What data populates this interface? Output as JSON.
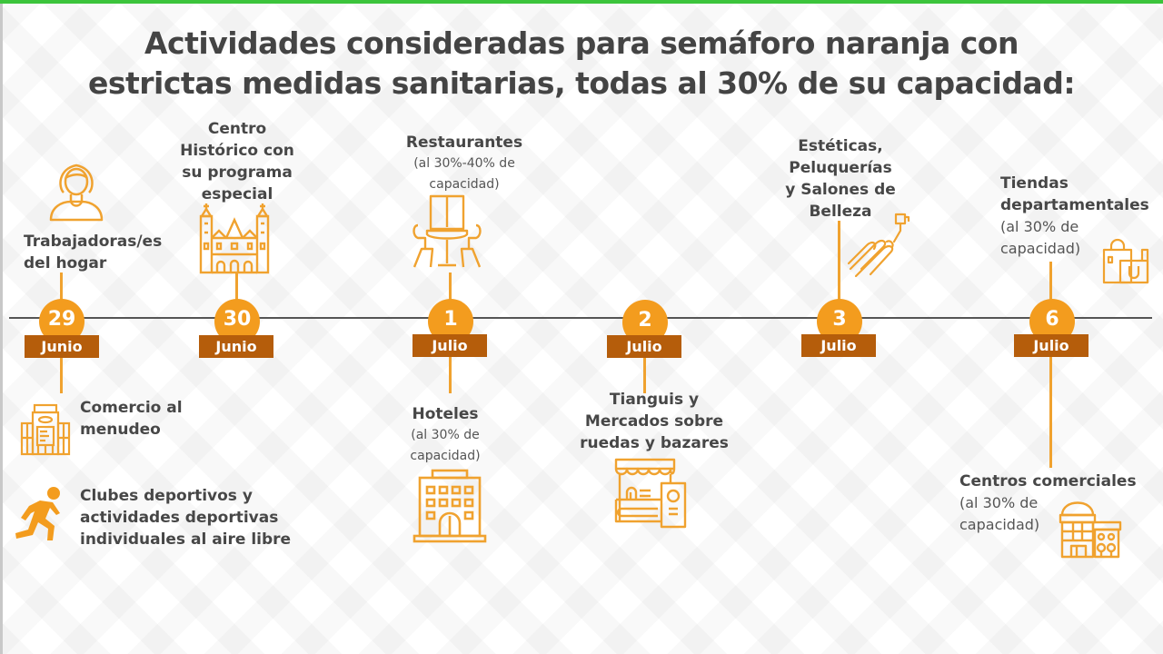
{
  "title": {
    "line1": "Actividades consideradas para semáforo naranja con",
    "line2": "estrictas medidas sanitarias, todas al 30% de su capacidad:"
  },
  "colors": {
    "circle": "#f39c1e",
    "month_badge": "#b55d0b",
    "connector": "#f0a22f",
    "icon_stroke": "#f0a22f",
    "title_text": "#444444",
    "top_bar": "#3cc43c"
  },
  "timeline": {
    "dates": [
      {
        "day": "29",
        "month": "Junio"
      },
      {
        "day": "30",
        "month": "Junio"
      },
      {
        "day": "1",
        "month": "Julio"
      },
      {
        "day": "2",
        "month": "Julio"
      },
      {
        "day": "3",
        "month": "Julio"
      },
      {
        "day": "6",
        "month": "Julio"
      }
    ]
  },
  "activities": {
    "trabajadoras": {
      "line1": "Trabajadoras/es",
      "line2": "del hogar",
      "icon": "woman-icon"
    },
    "centro_historico": {
      "line1": "Centro",
      "line2": "Histórico con",
      "line3": "su programa",
      "line4": "especial",
      "icon": "cathedral-icon"
    },
    "comercio": {
      "line1": "Comercio al",
      "line2": "menudeo",
      "icon": "store-building-icon"
    },
    "clubes": {
      "line1": "Clubes deportivos y",
      "line2": "actividades deportivas",
      "line3": "individuales al aire libre",
      "icon": "runner-icon"
    },
    "restaurantes": {
      "line1": "Restaurantes",
      "sub1": "(al 30%-40% de",
      "sub2": "capacidad)",
      "icon": "restaurant-table-icon"
    },
    "hoteles": {
      "line1": "Hoteles",
      "sub1": "(al 30% de",
      "sub2": "capacidad)",
      "icon": "hotel-icon"
    },
    "tianguis": {
      "line1": "Tianguis y",
      "line2": "Mercados sobre",
      "line3": "ruedas y bazares",
      "icon": "market-stall-icon"
    },
    "esteticas": {
      "line1": "Estéticas,",
      "line2": "Peluquerías",
      "line3": "y Salones de",
      "line4": "Belleza",
      "icon": "nail-polish-icon"
    },
    "tiendas": {
      "line1": "Tiendas",
      "line2": "departamentales",
      "sub1": "(al 30% de",
      "sub2": "capacidad)",
      "icon": "shopping-bags-icon"
    },
    "centros_comerciales": {
      "line1": "Centros comerciales",
      "sub1": "(al 30% de",
      "sub2": "capacidad)",
      "icon": "mall-icon"
    }
  }
}
